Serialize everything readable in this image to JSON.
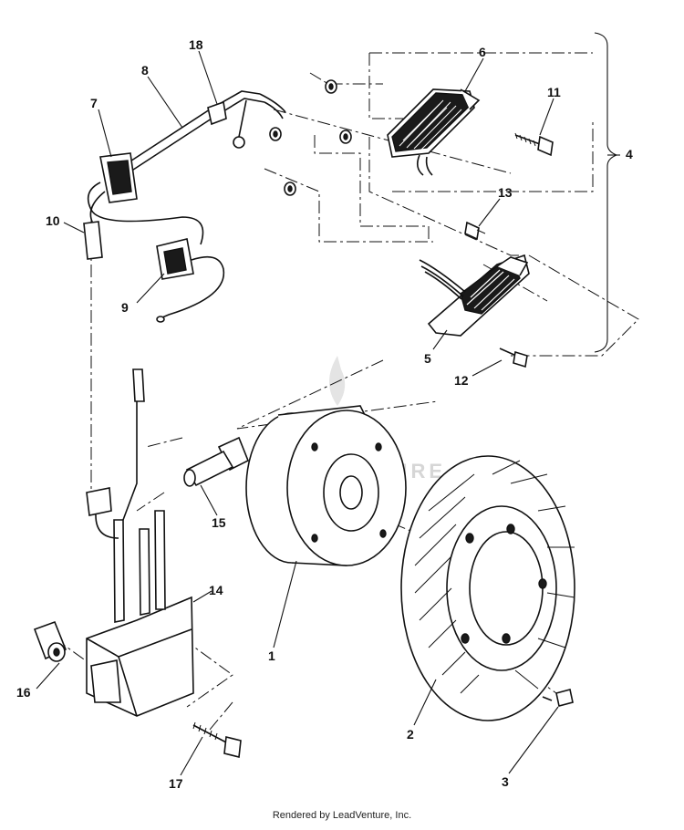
{
  "diagram": {
    "labels": [
      "1",
      "2",
      "3",
      "4",
      "5",
      "6",
      "7",
      "8",
      "9",
      "10",
      "11",
      "12",
      "13",
      "14",
      "15",
      "16",
      "17",
      "18"
    ],
    "watermark": "LEADVENTURE"
  },
  "footer": {
    "credit": "Rendered by LeadVenture, Inc."
  }
}
